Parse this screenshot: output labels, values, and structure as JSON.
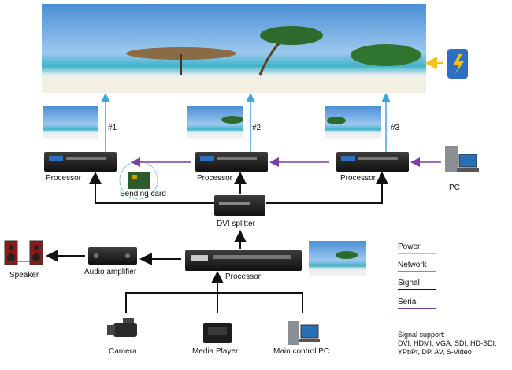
{
  "diagram": {
    "screens": [
      "#1",
      "#2",
      "#3"
    ],
    "processor_label": "Processor",
    "sending_card": "Sending card",
    "pc": "PC",
    "dvi_splitter": "DVI splitter",
    "speaker": "Speaker",
    "audio_amplifier": "Audio amplifier",
    "main_processor": "Processor",
    "camera": "Camera",
    "media_player": "Media Player",
    "main_control_pc": "Main control PC"
  },
  "legend": [
    {
      "label": "Power",
      "color": "#f2c21b"
    },
    {
      "label": "Network",
      "color": "#3aa7df"
    },
    {
      "label": "Signal",
      "color": "#111111"
    },
    {
      "label": "Serial",
      "color": "#7a3fa3"
    }
  ],
  "signal_support": {
    "title": "Signal support:",
    "line1": "DVI, HDMI, VGA, SDI, HD-SDI,",
    "line2": "YPbPr, DP, AV, S-Video"
  },
  "icons": [
    "power-supply-icon",
    "pc-icon",
    "speaker-icon",
    "camera-icon",
    "media-player-icon",
    "main-control-pc-icon"
  ]
}
